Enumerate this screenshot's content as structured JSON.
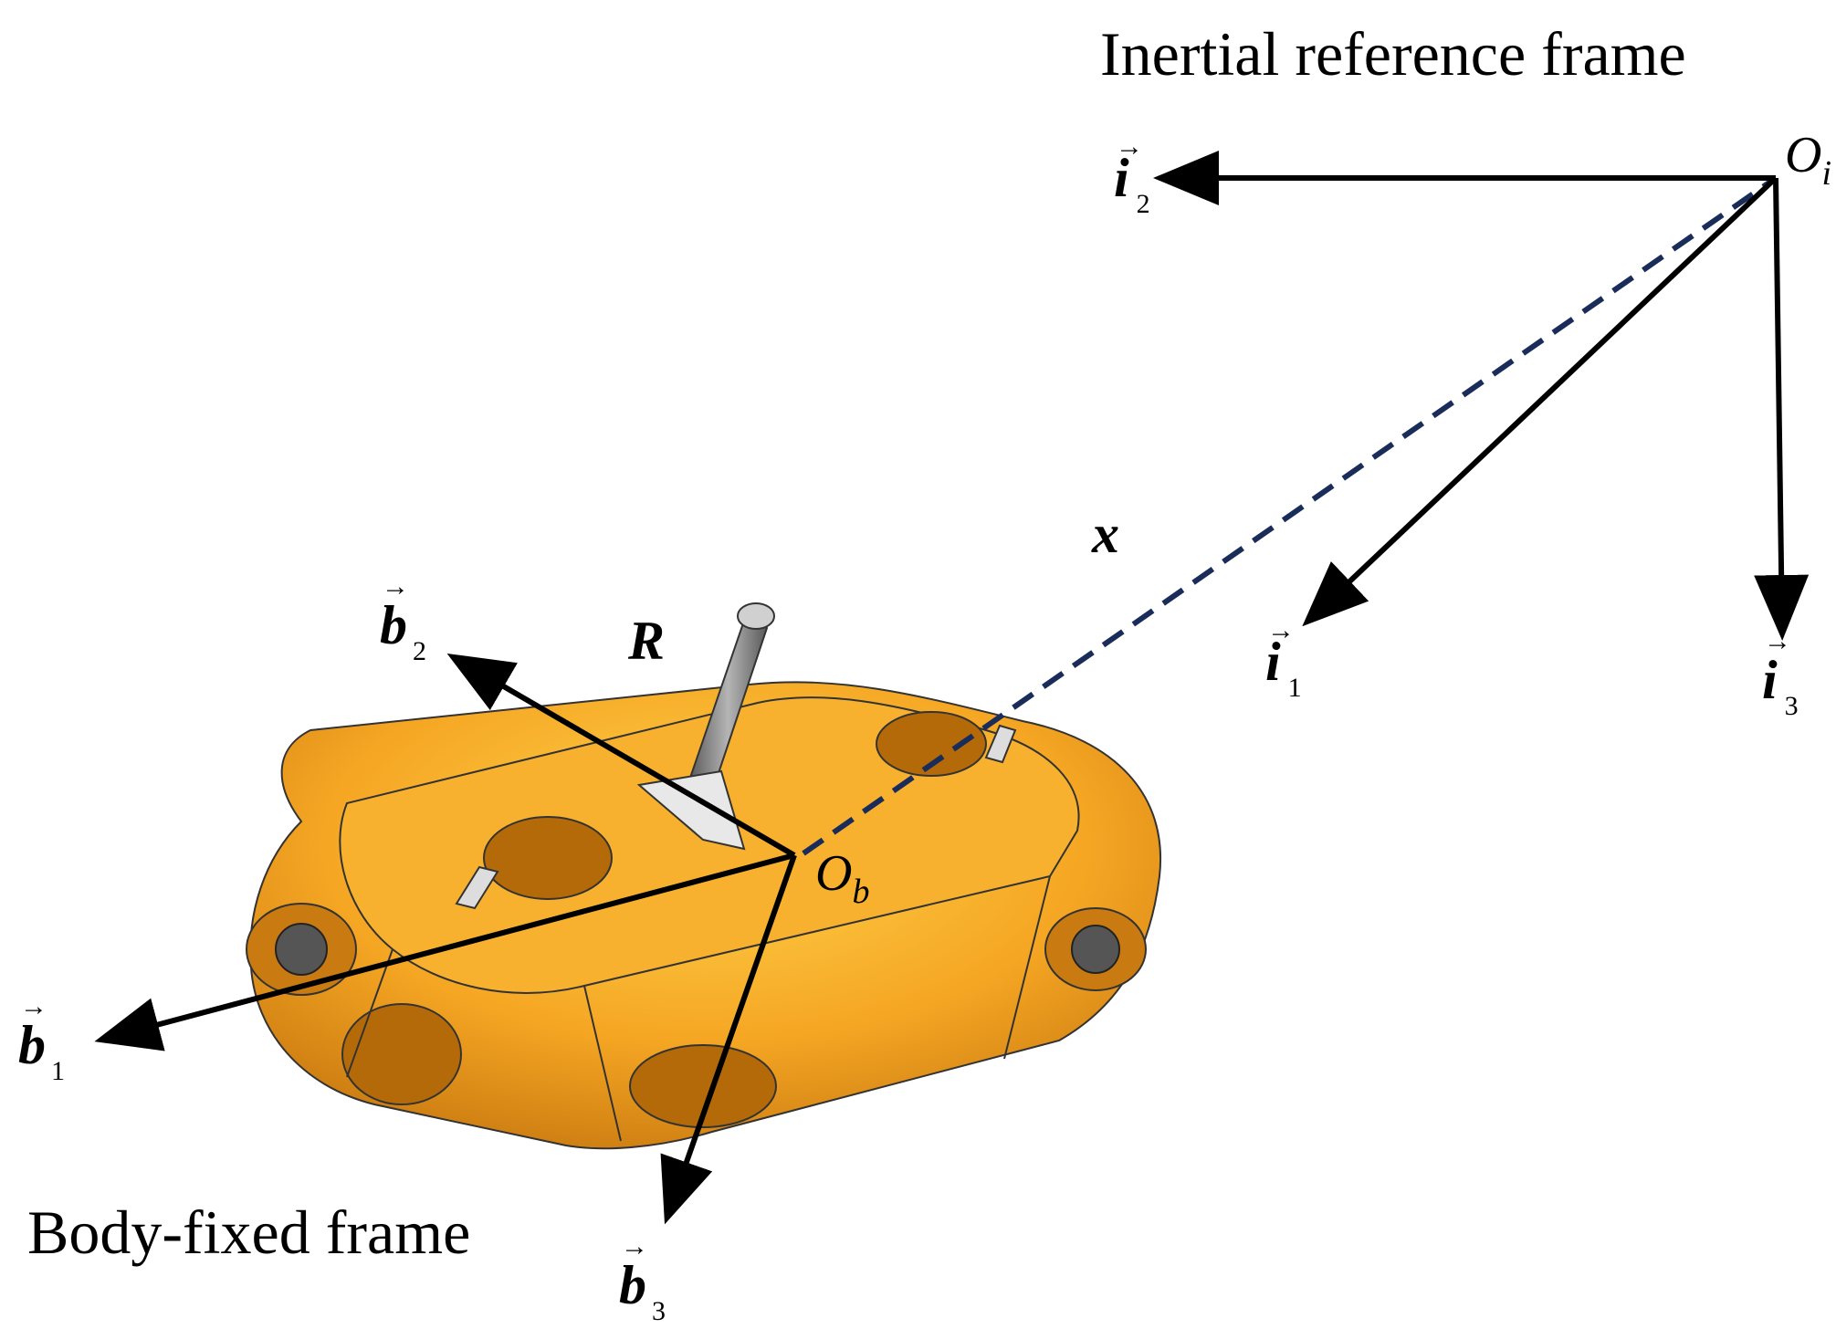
{
  "captions": {
    "inertial": "Inertial reference frame",
    "body": "Body-fixed frame"
  },
  "origins": {
    "inertial": {
      "letter": "O",
      "sub": "i"
    },
    "body": {
      "letter": "O",
      "sub": "b"
    }
  },
  "vectors": {
    "i1": {
      "letter": "i",
      "sub": "1",
      "arrow": "→"
    },
    "i2": {
      "letter": "i",
      "sub": "2",
      "arrow": "→"
    },
    "i3": {
      "letter": "i",
      "sub": "3",
      "arrow": "→"
    },
    "b1": {
      "letter": "b",
      "sub": "1",
      "arrow": "→"
    },
    "b2": {
      "letter": "b",
      "sub": "2",
      "arrow": "→"
    },
    "b3": {
      "letter": "b",
      "sub": "3",
      "arrow": "→"
    }
  },
  "symbols": {
    "position": "x",
    "rotation": "R"
  },
  "colors": {
    "axis": "#000000",
    "position_line": "#1a2d5a",
    "hull": "#f0a020",
    "hull_dark": "#c97a10",
    "mast": "#8a8a8a"
  }
}
